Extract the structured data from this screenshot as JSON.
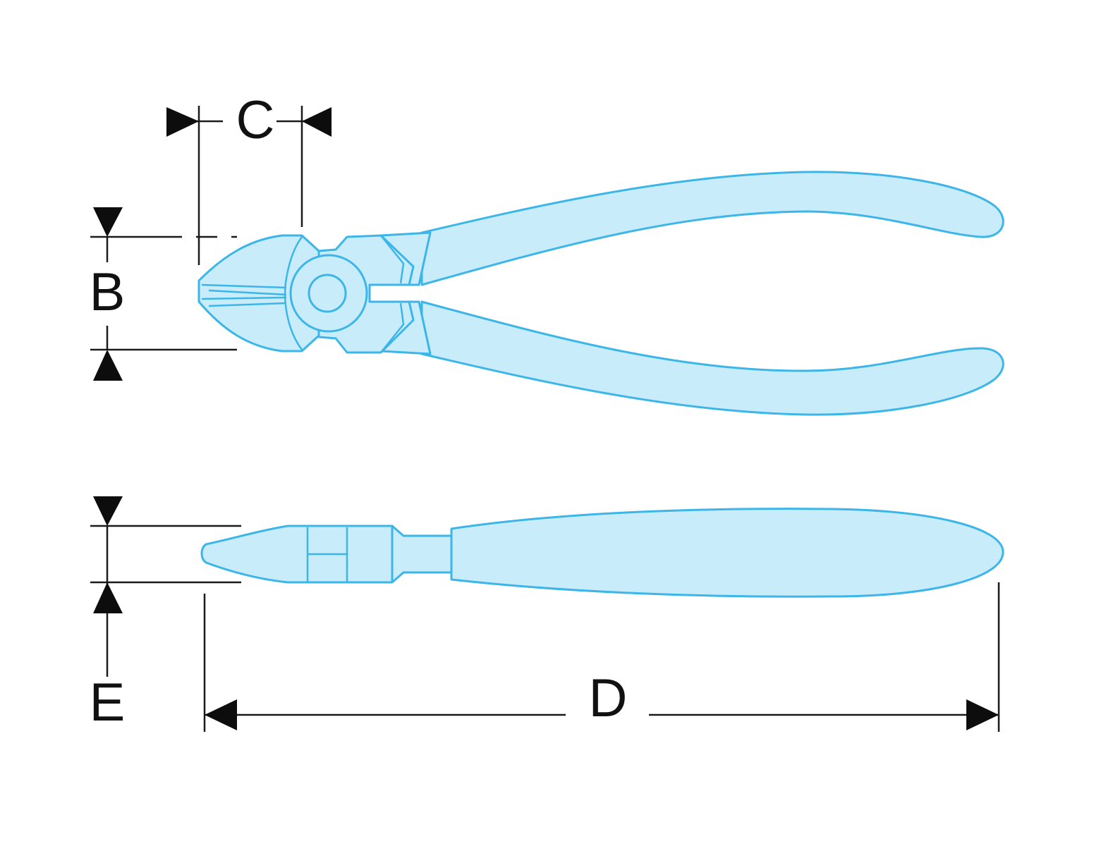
{
  "labels": {
    "B": "B",
    "C": "C",
    "D": "D",
    "E": "E"
  },
  "colors": {
    "fill": "#c9ecfb",
    "outline": "#3cb6e8",
    "line": "#1a1a1a",
    "arrow": "#0d0d0d",
    "text": "#111111"
  }
}
